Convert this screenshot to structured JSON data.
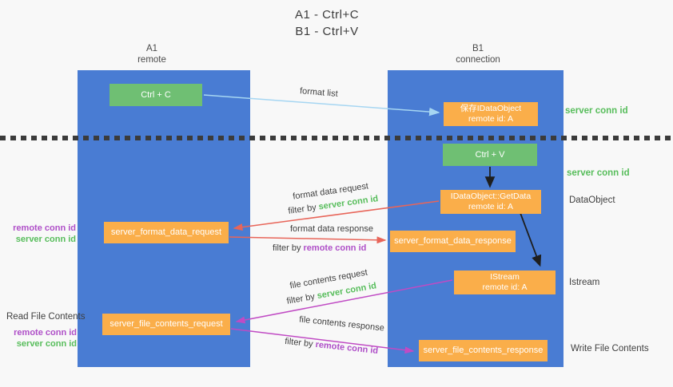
{
  "title": {
    "line1": "A1 - Ctrl+C",
    "line2": "B1 - Ctrl+V"
  },
  "lanes": {
    "a": {
      "name": "A1",
      "subtitle": "remote"
    },
    "b": {
      "name": "B1",
      "subtitle": "connection"
    }
  },
  "nodes": {
    "ctrl_c": {
      "label": "Ctrl + C"
    },
    "save_idataobject": {
      "line1": "保存IDataObject",
      "line2": "remote id: A"
    },
    "ctrl_v": {
      "label": "Ctrl + V"
    },
    "getdata": {
      "line1": "IDataObject::GetData",
      "line2": "remote id: A"
    },
    "istream": {
      "line1": "IStream",
      "line2": "remote id: A"
    },
    "server_format_data_request": {
      "label": "server_format_data_request"
    },
    "server_format_data_response": {
      "label": "server_format_data_response"
    },
    "server_file_contents_request": {
      "label": "server_file_contents_request"
    },
    "server_file_contents_response": {
      "label": "server_file_contents_response"
    }
  },
  "right_labels": {
    "server_conn_id_top": "server conn id",
    "server_conn_id_mid": "server conn id",
    "dataobject": "DataObject",
    "istream": "Istream",
    "write_file_contents": "Write File Contents"
  },
  "left_labels": {
    "format_group": {
      "remote_conn_id": "remote conn id",
      "server_conn_id": "server conn id"
    },
    "read_file_contents": "Read File Contents",
    "file_group": {
      "remote_conn_id": "remote conn id",
      "server_conn_id": "server conn id"
    }
  },
  "arrows": {
    "format_list": {
      "label": "format list"
    },
    "format_data_request": {
      "label": "format data request",
      "filter_prefix": "filter by ",
      "filter_value": "server conn id"
    },
    "format_data_response": {
      "label": "format data response",
      "filter_prefix": "filter by ",
      "filter_value": "remote conn id"
    },
    "file_contents_request": {
      "label": "file contents request",
      "filter_prefix": "filter by ",
      "filter_value": "server conn id"
    },
    "file_contents_response": {
      "label": "file contents response",
      "filter_prefix": "filter by ",
      "filter_value": "remote conn id"
    }
  },
  "colors": {
    "lane_blue": "#497CD3",
    "node_green": "#6FBF73",
    "node_orange": "#FAAE4A",
    "text_green": "#57BD5B",
    "text_purple": "#AF4FC8",
    "arrow_red": "#E86559",
    "arrow_magenta": "#C04BC4",
    "arrow_lightblue": "#A6D6F2",
    "arrow_black": "#1E1E1E",
    "text_dark": "#3F3F3F",
    "background": "#F8F8F8"
  }
}
